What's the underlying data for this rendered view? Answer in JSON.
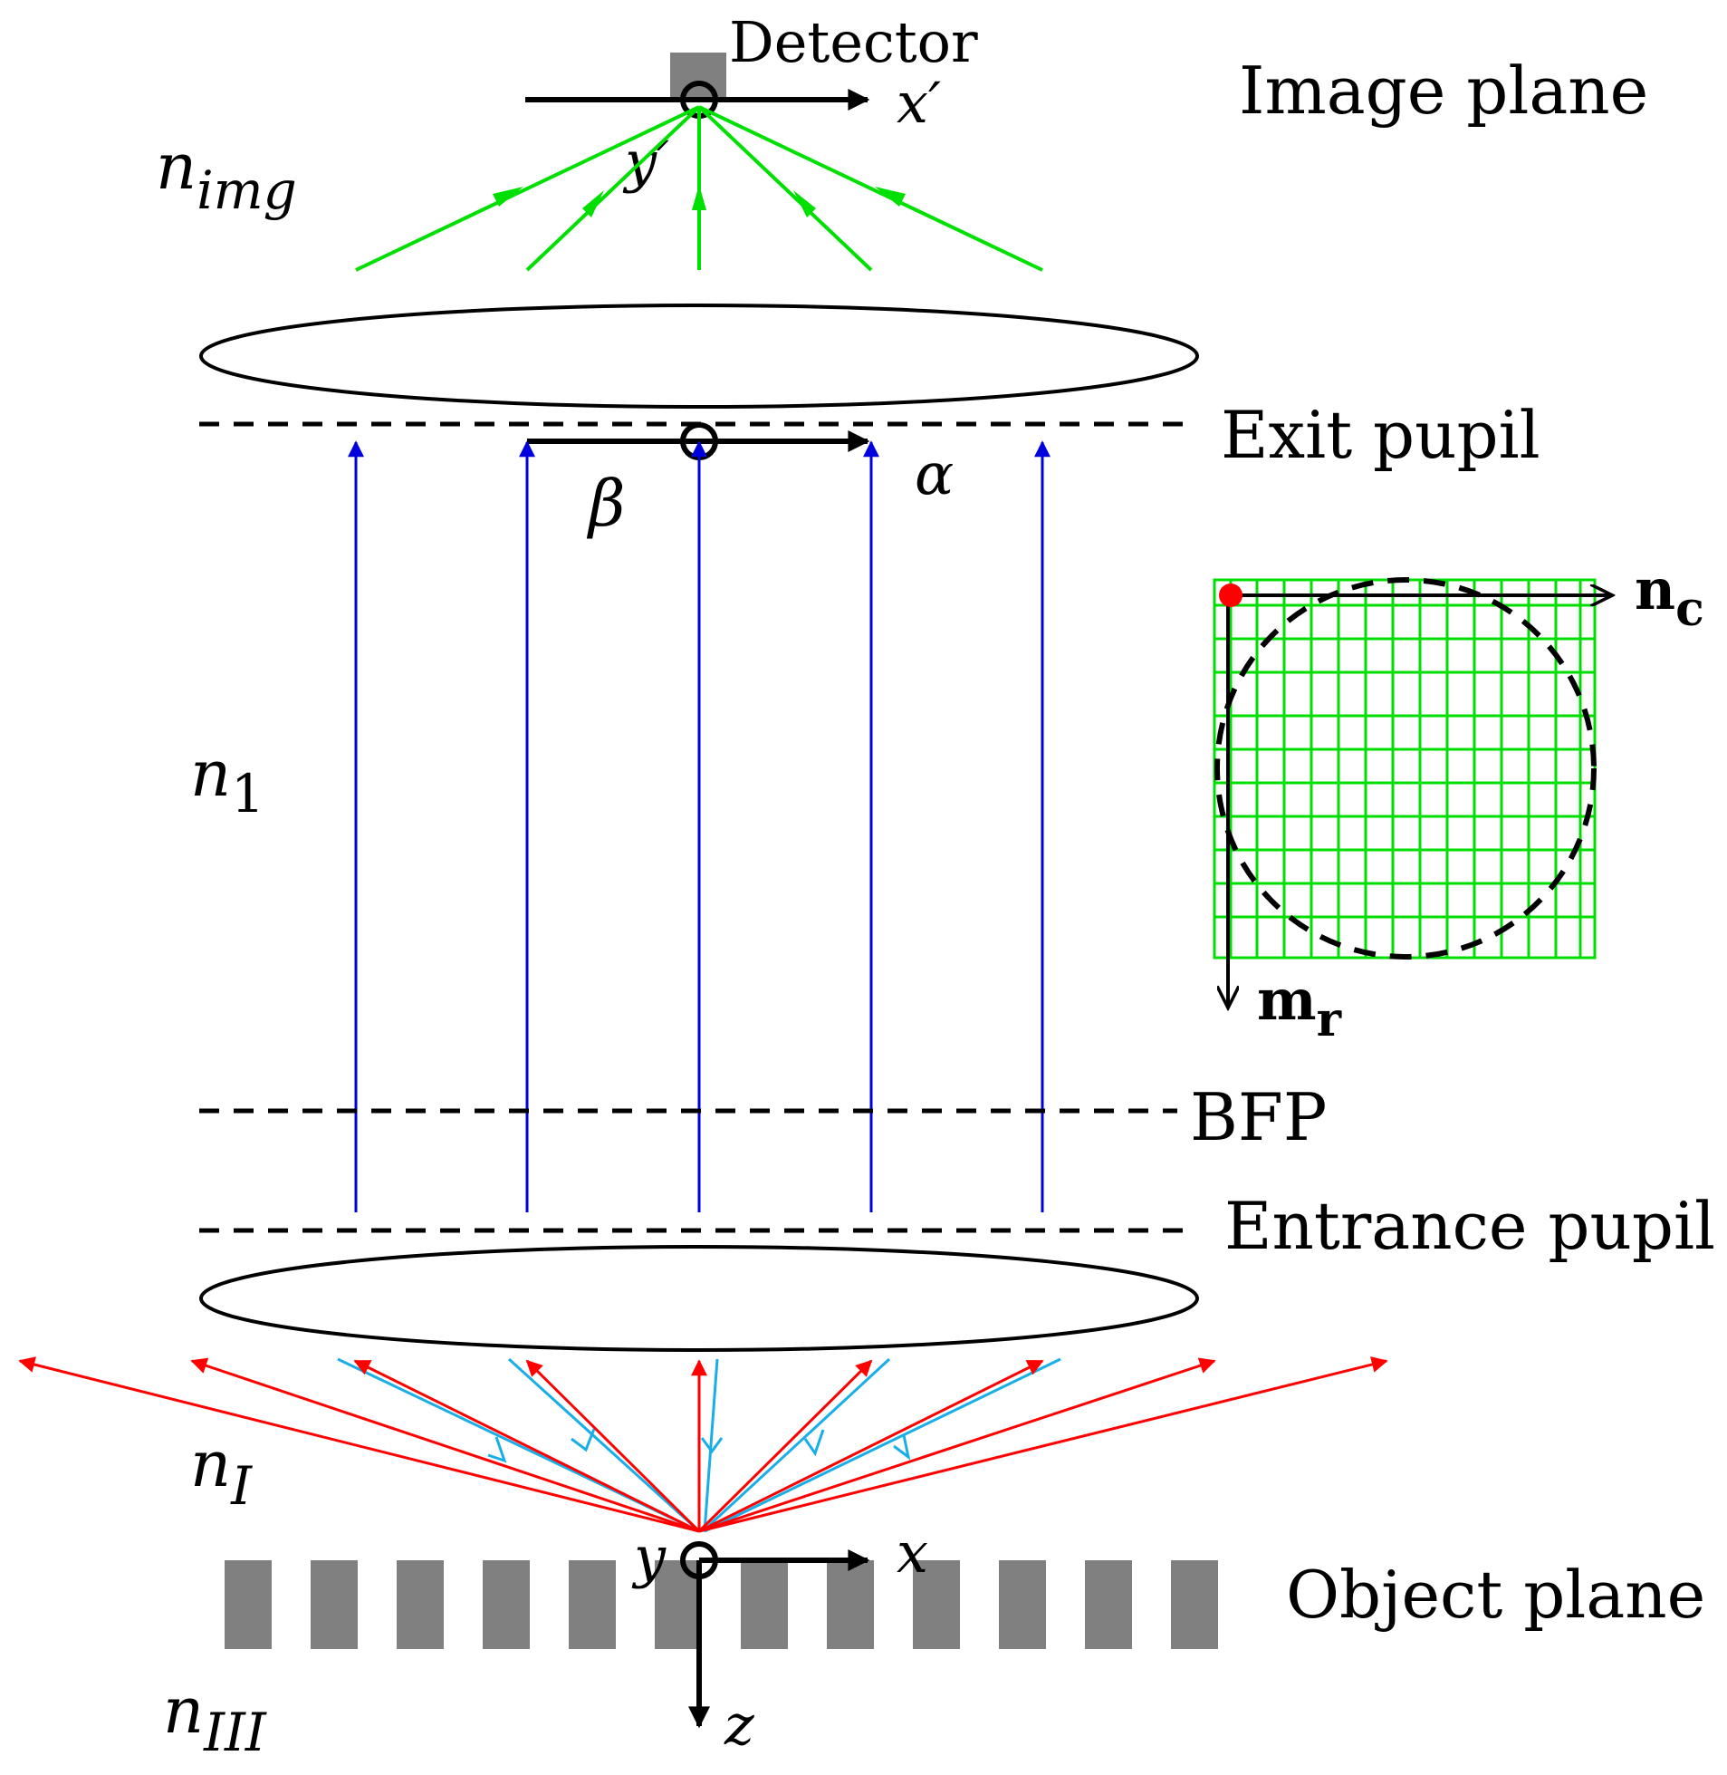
{
  "labels": {
    "detector": "Detector",
    "image_plane": "Image plane",
    "exit_pupil": "Exit pupil",
    "bfp": "BFP",
    "entrance_pupil": "Entrance pupil",
    "object_plane": "Object plane"
  },
  "media": {
    "n_img": {
      "base": "n",
      "sub": "img"
    },
    "n_1": {
      "base": "n",
      "sub": "1"
    },
    "n_I": {
      "base": "n",
      "sub": "I"
    },
    "n_III": {
      "base": "n",
      "sub": "III"
    }
  },
  "axes": {
    "x_prime": "x′",
    "y_prime": "y′",
    "alpha": "α",
    "beta": "β",
    "x": "x",
    "y": "y",
    "z": "z"
  },
  "grid": {
    "n_c": {
      "base": "n",
      "sub": "c"
    },
    "m_r": {
      "base": "m",
      "sub": "r"
    }
  },
  "colors": {
    "image_rays": "#00e000",
    "pupil_rays": "#0000dd",
    "object_rays": "#ff0000",
    "reflected_rays": "#1aaee8",
    "grid": "#00dd00",
    "grid_origin_marker": "#ff0000",
    "structures": "#808080",
    "ink": "#000000"
  }
}
